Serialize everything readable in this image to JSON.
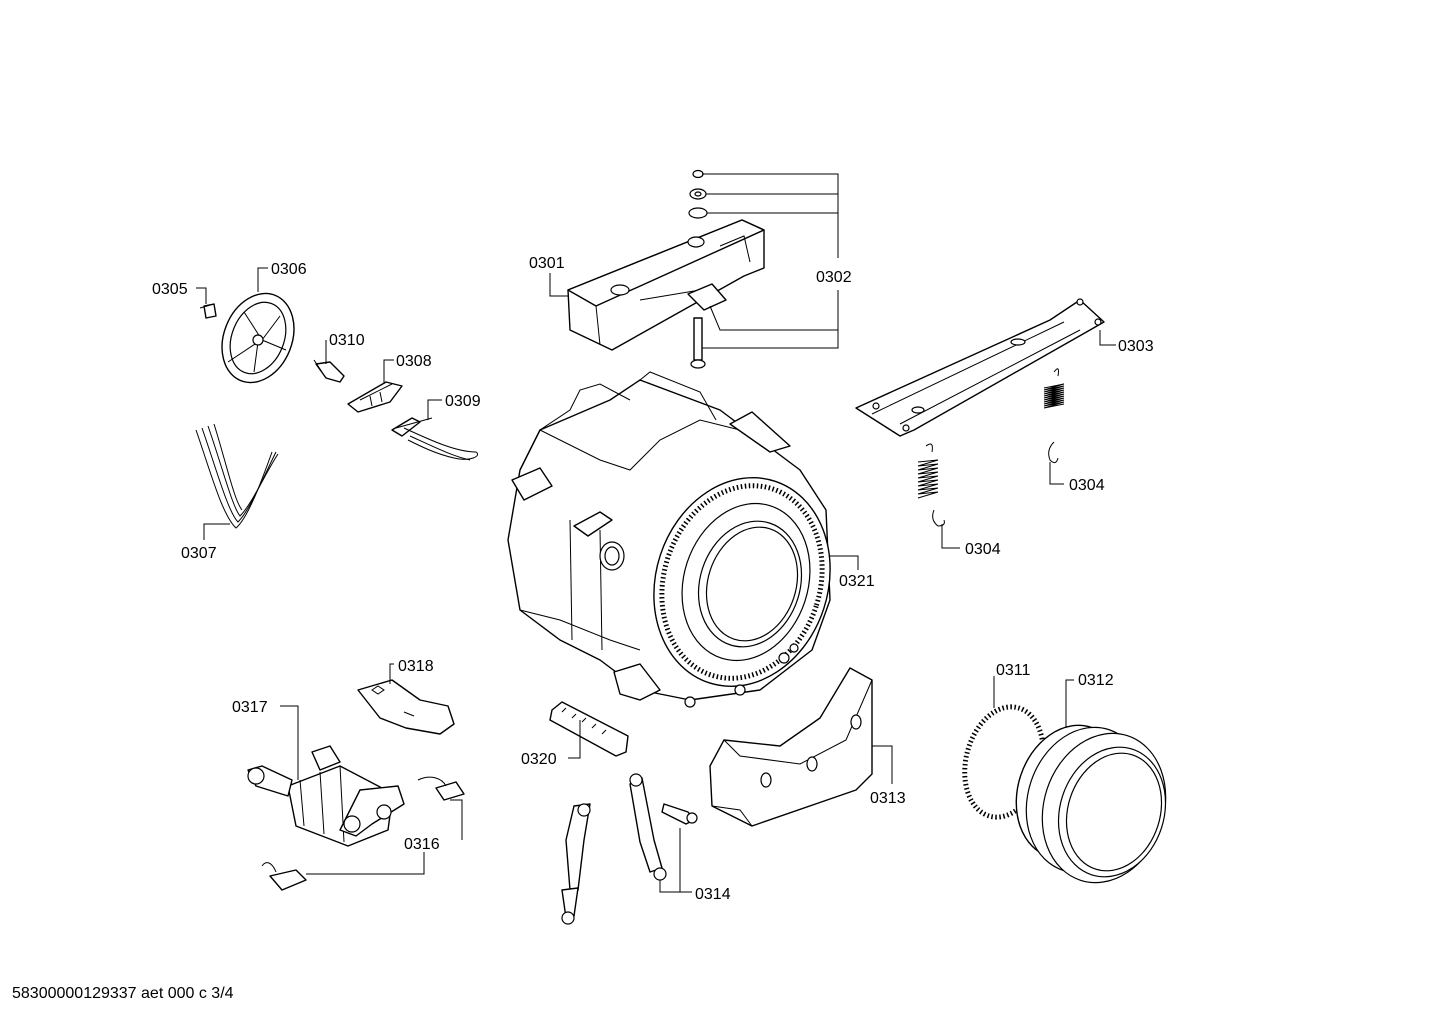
{
  "document_code": "58300000129337 aet 000 c 3/4",
  "labels": {
    "p0301": "0301",
    "p0302": "0302",
    "p0303": "0303",
    "p0304a": "0304",
    "p0304b": "0304",
    "p0305": "0305",
    "p0306": "0306",
    "p0307": "0307",
    "p0308": "0308",
    "p0309": "0309",
    "p0310": "0310",
    "p0311": "0311",
    "p0312": "0312",
    "p0313": "0313",
    "p0314": "0314",
    "p0316": "0316",
    "p0317": "0317",
    "p0318": "0318",
    "p0320": "0320",
    "p0321": "0321"
  },
  "line_color": "#000000",
  "background_color": "#ffffff"
}
